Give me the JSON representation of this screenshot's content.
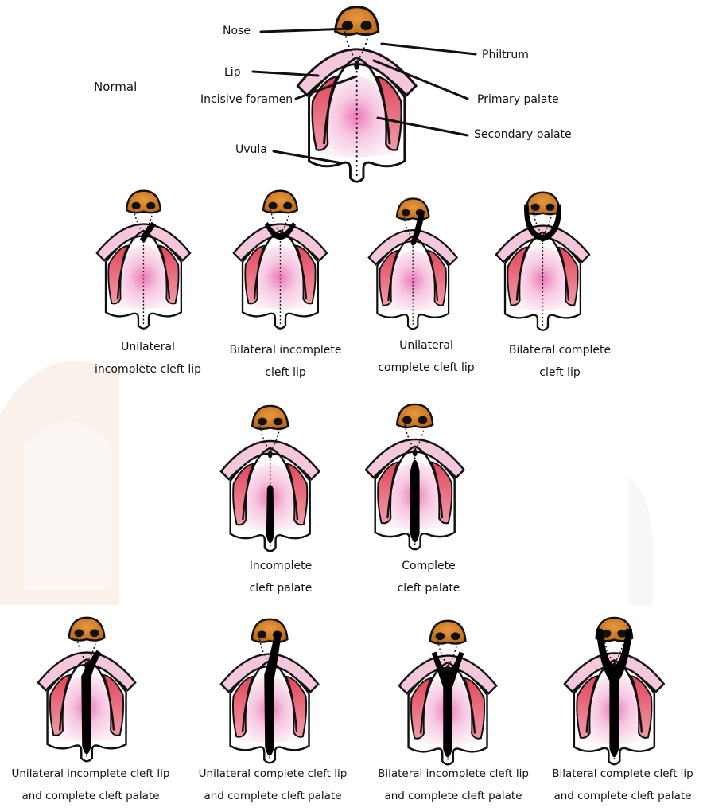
{
  "normal_label": "Normal",
  "anatomy_labels": {
    "nose": "Nose",
    "philtrum": "Philtrum",
    "lip": "Lip",
    "incisive_foramen": "Incisive foramen",
    "primary_palate": "Primary palate",
    "secondary_palate": "Secondary palate",
    "uvula": "Uvula"
  },
  "cleft_lip_row": [
    {
      "line1": "Unilateral",
      "line2": "incomplete cleft lip"
    },
    {
      "line1": "Bilateral incomplete",
      "line2": "cleft lip"
    },
    {
      "line1": "Unilateral",
      "line2": "complete cleft lip"
    },
    {
      "line1": "Bilateral complete",
      "line2": "cleft lip"
    }
  ],
  "cleft_palate_row": [
    {
      "line1": "Incomplete",
      "line2": "cleft palate"
    },
    {
      "line1": "Complete",
      "line2": "cleft palate"
    }
  ],
  "combined_row": [
    {
      "line1": "Unilateral incomplete cleft lip",
      "line2": "and complete cleft palate"
    },
    {
      "line1": "Unilateral complete cleft lip",
      "line2": "and complete cleft palate"
    },
    {
      "line1": "Bilateral incomplete cleft lip",
      "line2": "and complete cleft palate"
    },
    {
      "line1": "Bilateral complete cleft lip",
      "line2": "and complete cleft palate"
    }
  ],
  "colors": {
    "nose": "#c8741f",
    "lip_pink": "#f2c6dc",
    "ridge_red": "#e05565",
    "palate_pink": "#f7d3e6",
    "cleft": "#000000",
    "watermark": "#f6e6dc"
  }
}
